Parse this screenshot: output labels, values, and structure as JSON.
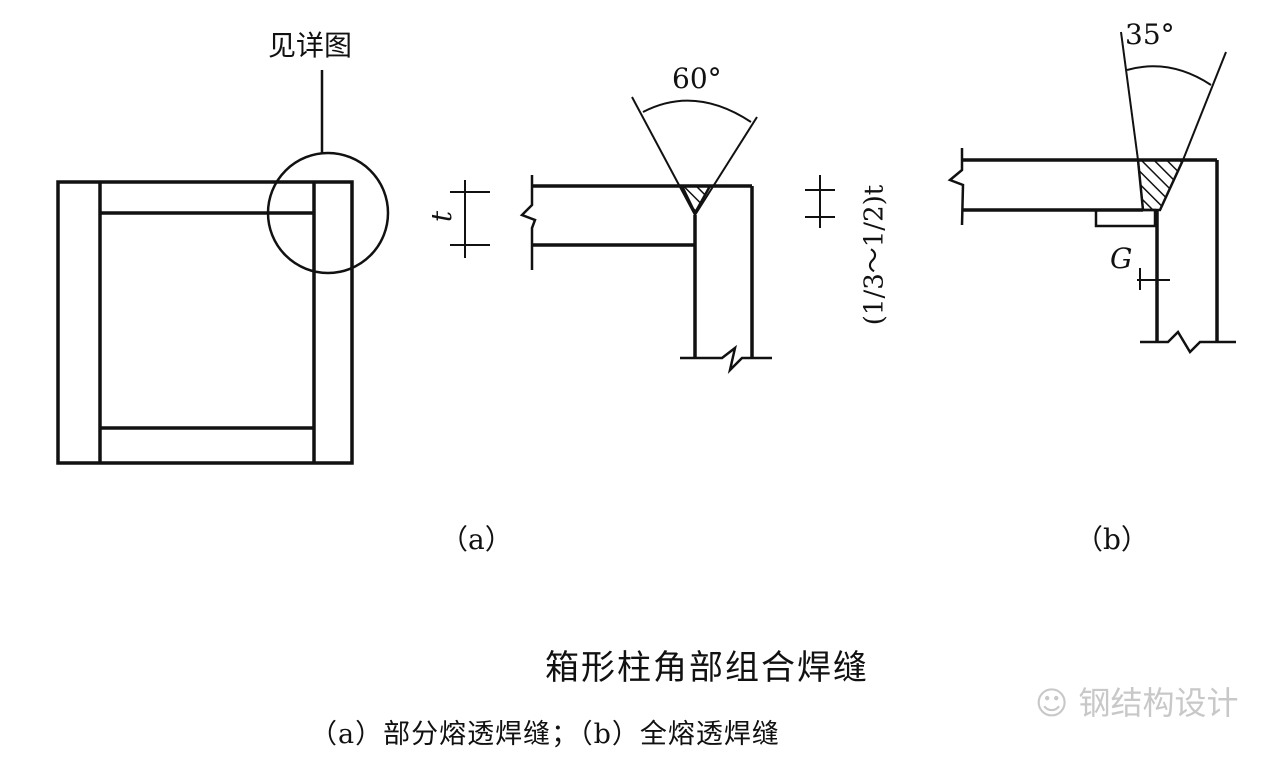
{
  "figure": {
    "detail_label": "见详图",
    "angle_a": "60°",
    "dim_t": "t",
    "dim_partial": "(1/3～1/2)t",
    "angle_b": "35°",
    "dim_gap": "G",
    "label_a": "（a）",
    "label_b": "（b）",
    "title": "箱形柱角部组合焊缝",
    "subtitle": "（a）部分熔透焊缝；（b）全熔透焊缝",
    "watermark": "钢结构设计"
  }
}
